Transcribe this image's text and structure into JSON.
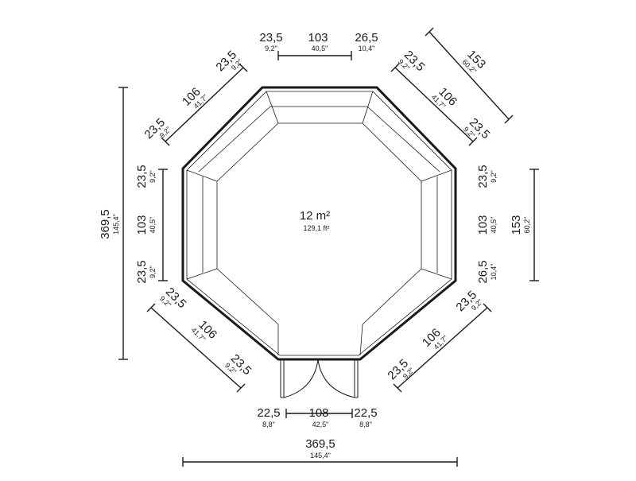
{
  "plan": {
    "area_label": "12 m²",
    "area_imperial": "129,1 ft²"
  },
  "top": {
    "seg_left": "23,5",
    "seg_left_in": "9,2\"",
    "seg_mid": "103",
    "seg_mid_in": "40,5\"",
    "seg_right": "26,5",
    "seg_right_in": "10,4\""
  },
  "top_left": {
    "seg_a": "23,5",
    "seg_a_in": "9,2\"",
    "seg_b": "106",
    "seg_b_in": "41,7\"",
    "seg_c": "23,5",
    "seg_c_in": "9,2\""
  },
  "top_right": {
    "seg_a": "23,5",
    "seg_a_in": "9,2\"",
    "seg_b": "106",
    "seg_b_in": "41,7\"",
    "seg_c": "23,5",
    "seg_c_in": "9,2\"",
    "overall": "153",
    "overall_in": "60,2\""
  },
  "left": {
    "seg_a": "23,5",
    "seg_a_in": "9,2\"",
    "seg_b": "103",
    "seg_b_in": "40,5\"",
    "seg_c": "23,5",
    "seg_c_in": "9,2\"",
    "overall": "369,5",
    "overall_in": "145,4\""
  },
  "right": {
    "seg_a": "23,5",
    "seg_a_in": "9,2\"",
    "seg_b": "103",
    "seg_b_in": "40,5\"",
    "seg_c": "26,5",
    "seg_c_in": "10,4\"",
    "overall": "153",
    "overall_in": "60,2\""
  },
  "bottom_left": {
    "seg_a": "23,5",
    "seg_a_in": "9,2\"",
    "seg_b": "106",
    "seg_b_in": "41,7\"",
    "seg_c": "23,5",
    "seg_c_in": "9,2\""
  },
  "bottom_right": {
    "seg_a": "23,5",
    "seg_a_in": "9,2\"",
    "seg_b": "106",
    "seg_b_in": "41,7\"",
    "seg_c": "23,5",
    "seg_c_in": "9,2\""
  },
  "bottom": {
    "seg_left": "22,5",
    "seg_left_in": "8,8\"",
    "seg_mid": "108",
    "seg_mid_in": "42,5\"",
    "seg_right": "22,5",
    "seg_right_in": "8,8\"",
    "overall": "369,5",
    "overall_in": "145,4\""
  }
}
